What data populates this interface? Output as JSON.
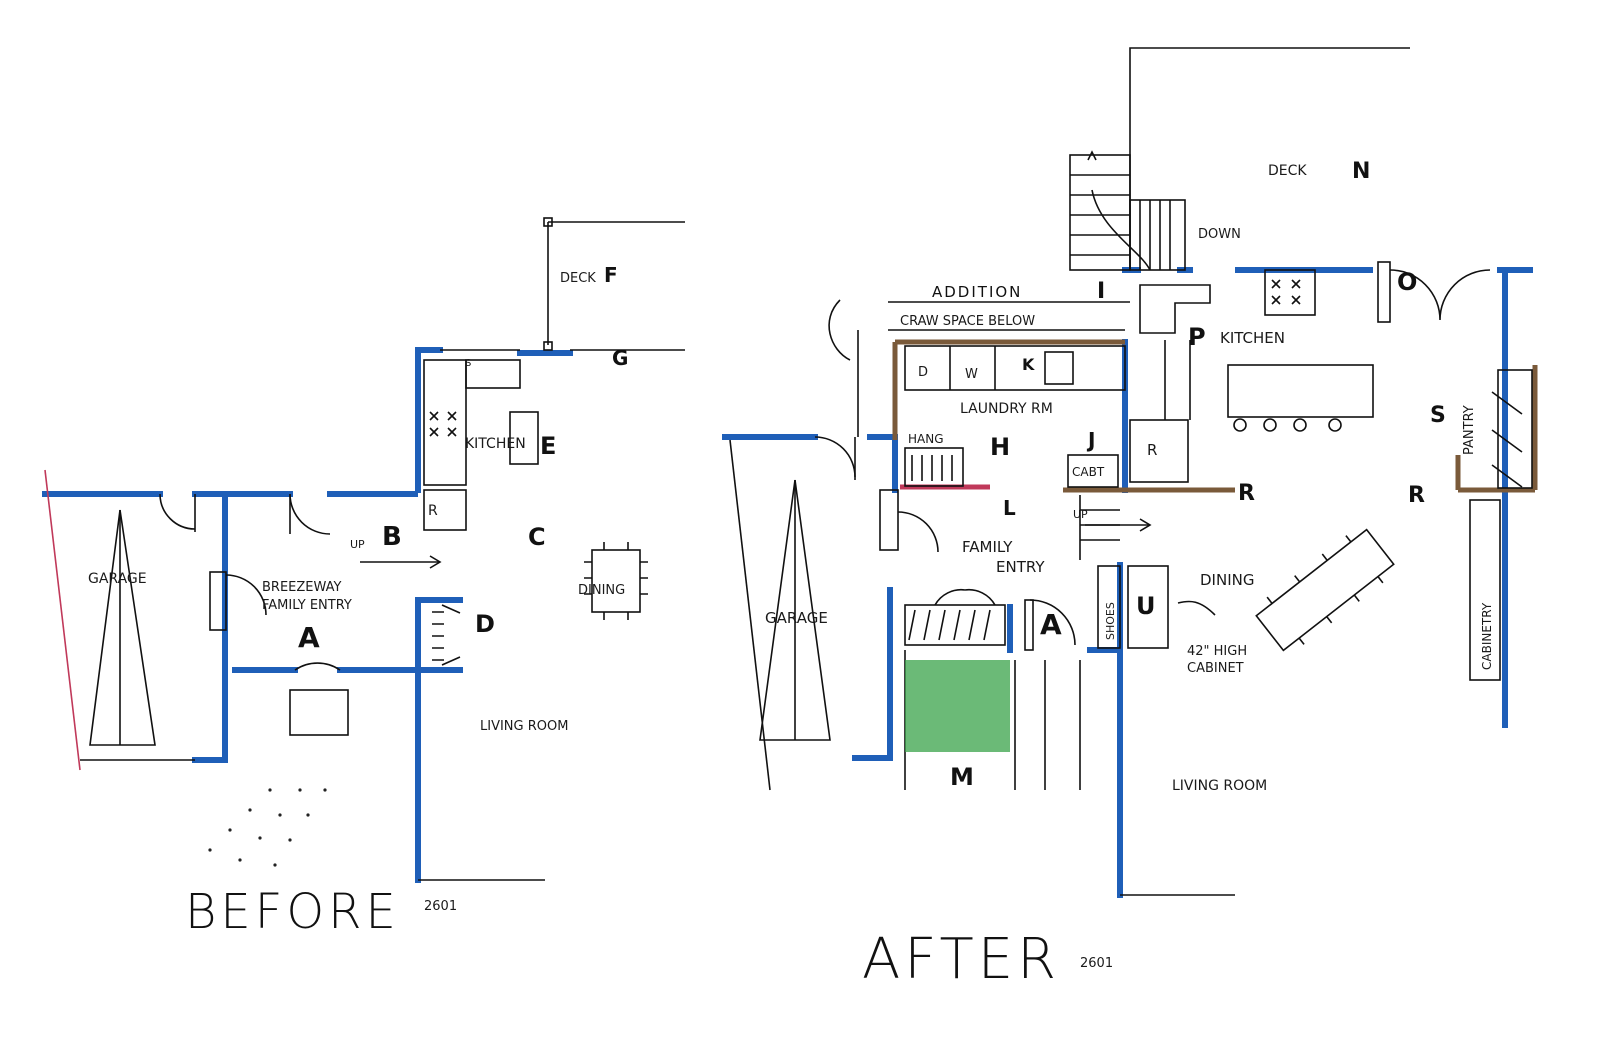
{
  "colors": {
    "wall": "#1f5fb8",
    "ink": "#111111",
    "brown": "#7a5a3a",
    "pink": "#c0395a",
    "garden": "#3aa34a",
    "paper": "#ffffff"
  },
  "before": {
    "title": "BEFORE",
    "code": "2601",
    "labels": {
      "garage": "GARAGE",
      "breezeway": "BREEZEWAY",
      "family_entry": "FAMILY ENTRY",
      "kitchen": "KITCHEN",
      "dining": "DINING",
      "living": "LIVING ROOM",
      "deck": "DECK",
      "up": "UP",
      "sink": "S",
      "fridge": "R"
    },
    "markers": [
      "A",
      "B",
      "C",
      "D",
      "E",
      "F",
      "G"
    ]
  },
  "after": {
    "title": "AFTER",
    "code": "2601",
    "labels": {
      "deck": "DECK",
      "down": "DOWN",
      "addition": "ADDITION",
      "crawl": "CRAW SPACE BELOW",
      "kitchen": "KITCHEN",
      "laundry": "LAUNDRY RM",
      "hang": "HANG",
      "cabt": "CABT",
      "family": "FAMILY",
      "entry": "ENTRY",
      "garage": "GARAGE",
      "shoes": "SHOES",
      "dining": "DINING",
      "cabinet_42": "42\" HIGH",
      "cabinet_word": "CABINET",
      "living": "LIVING ROOM",
      "pantry": "PANTRY",
      "cabinetry": "CABINETRY",
      "up": "UP",
      "fridge": "R",
      "dryer": "D",
      "washer": "W"
    },
    "markers": [
      "A",
      "H",
      "I",
      "J",
      "K",
      "L",
      "M",
      "N",
      "O",
      "P",
      "R",
      "S",
      "U"
    ]
  }
}
